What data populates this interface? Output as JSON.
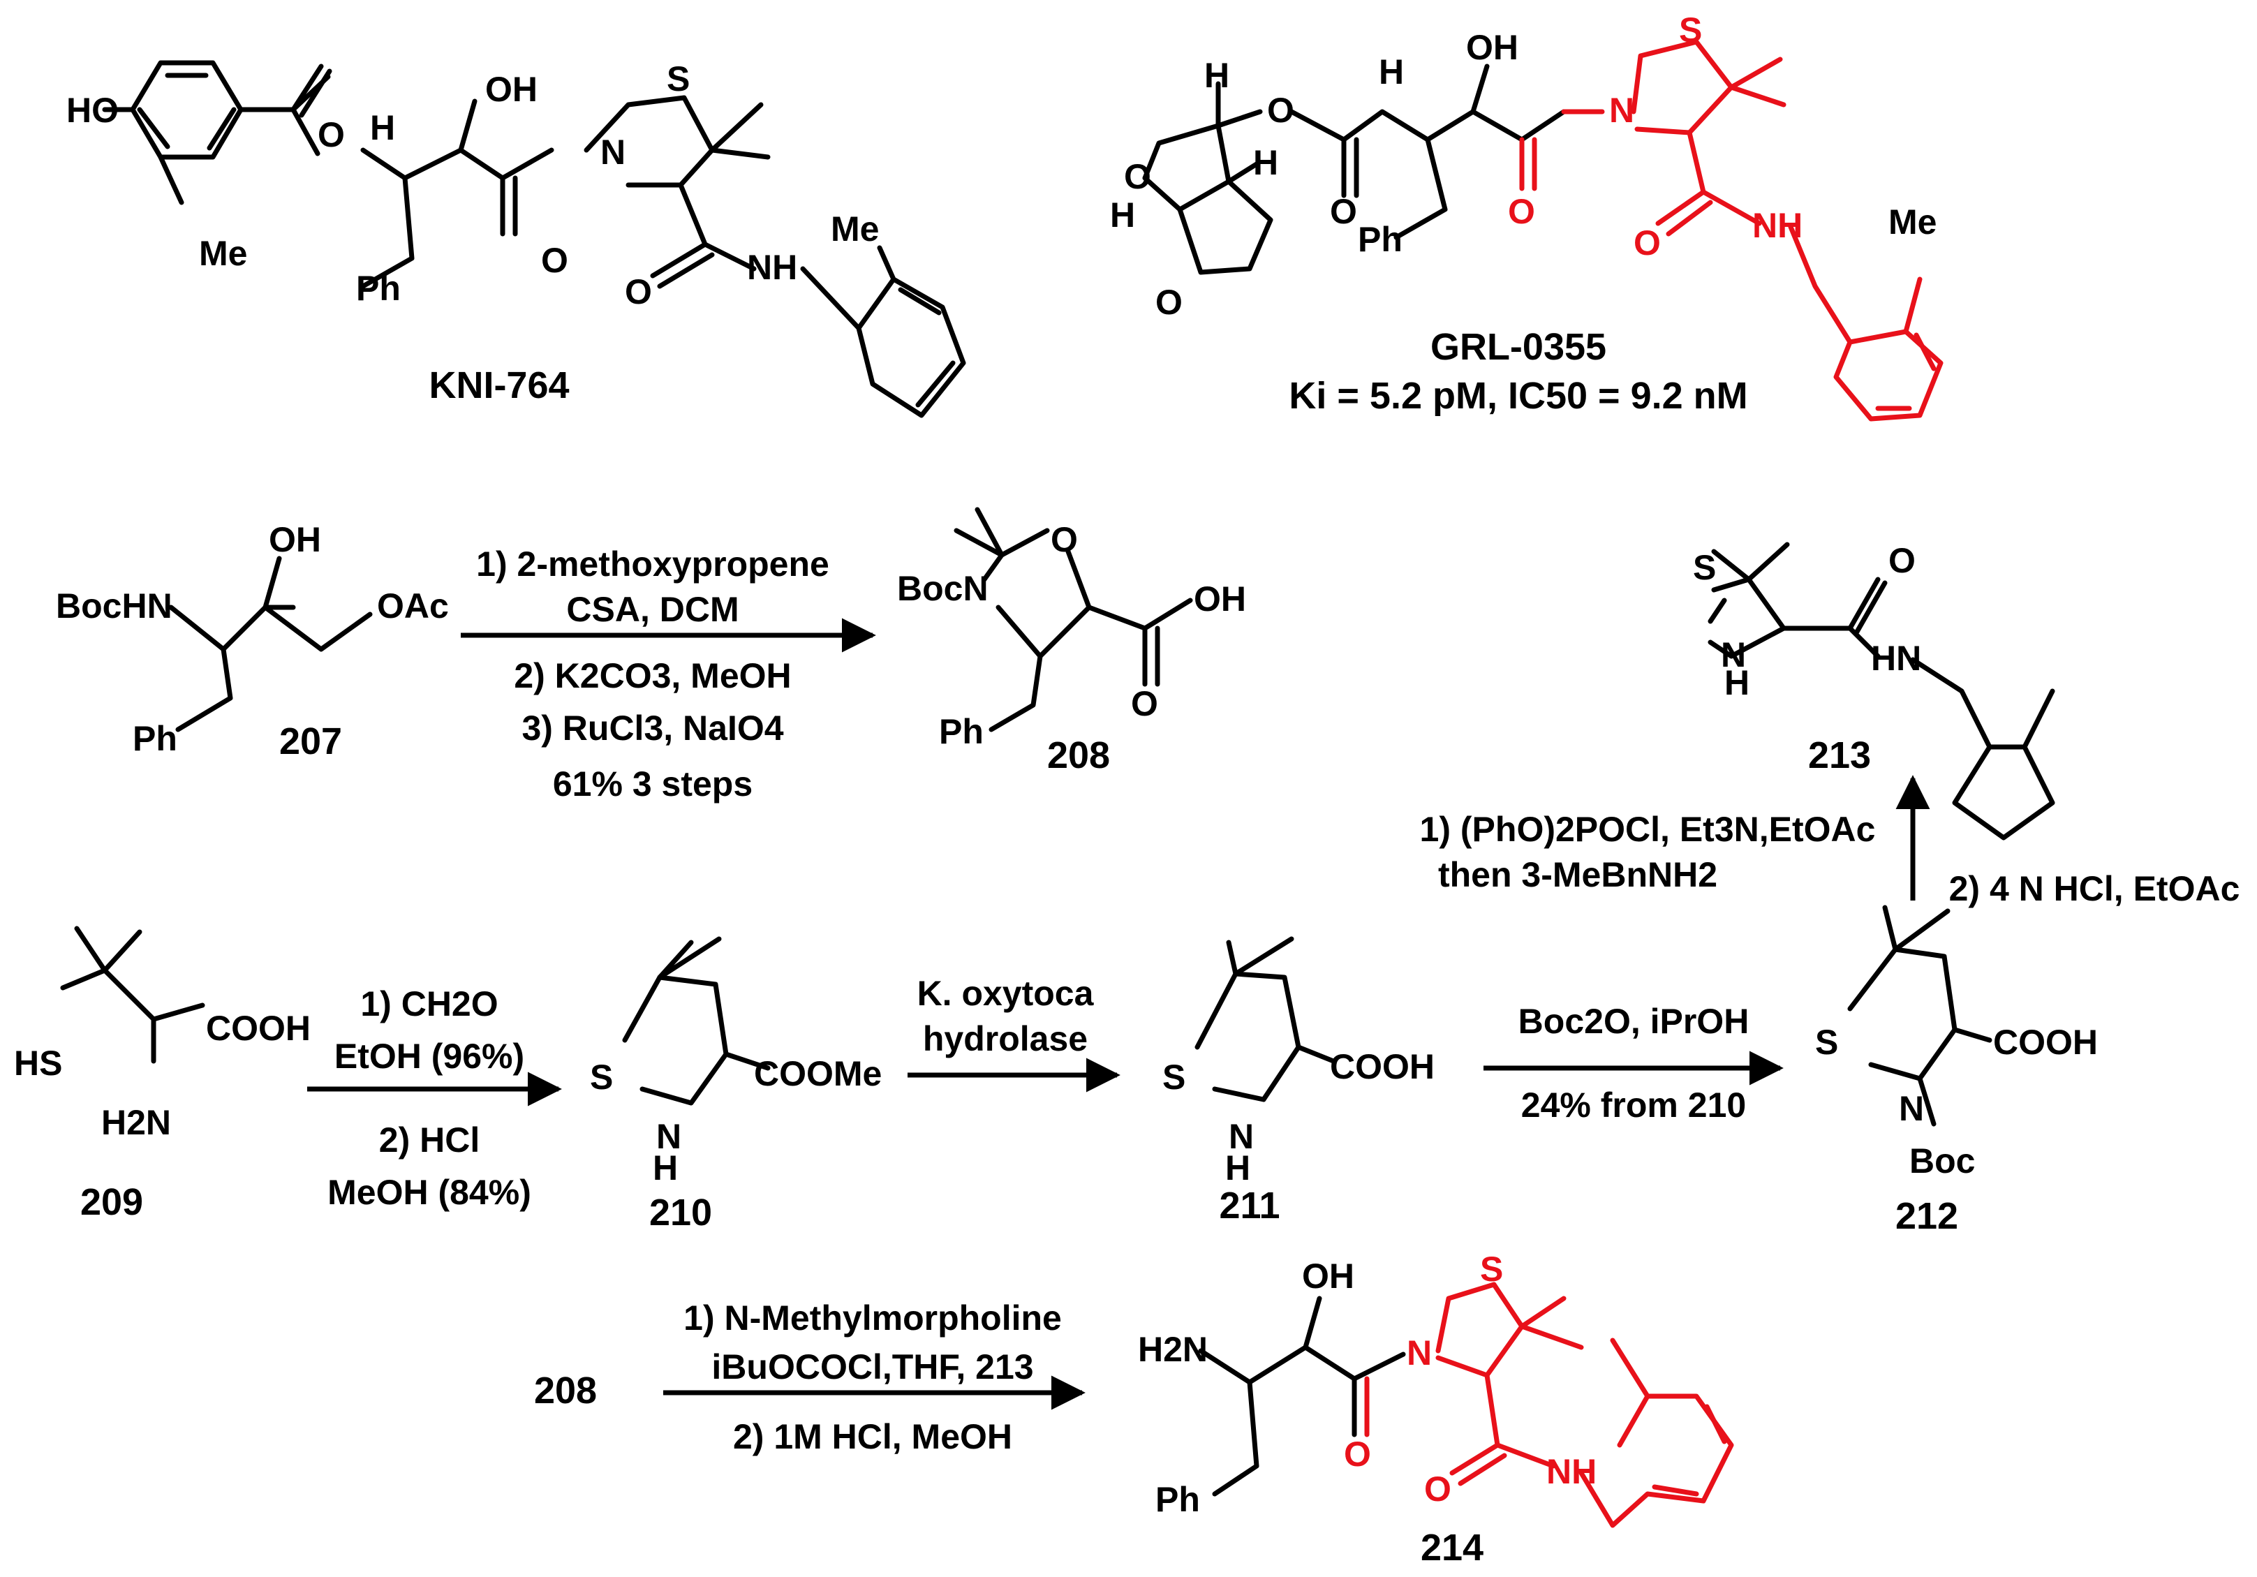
{
  "compounds": {
    "kni764": "KNI-764",
    "grl0355": "GRL-0355",
    "grl0355_activity": "Ki = 5.2 pM, IC50 = 9.2 nM",
    "c207": "207",
    "c208": "208",
    "c209": "209",
    "c210": "210",
    "c211": "211",
    "c212": "212",
    "c213": "213",
    "c214": "214",
    "c208_start": "208"
  },
  "reactions": {
    "r1": {
      "line1": "1) 2-methoxypropene",
      "line2": "CSA, DCM",
      "line3": "2) K2CO3, MeOH",
      "line4": "3) RuCl3, NaIO4",
      "yield": "61% 3 steps"
    },
    "r2": {
      "line1": "1) CH2O",
      "line2": "EtOH (96%)",
      "line3": "2) HCl",
      "line4": "MeOH (84%)"
    },
    "r3": {
      "line1": "K. oxytoca",
      "line2": "hydrolase"
    },
    "r4": {
      "line1": "Boc2O, iPrOH",
      "line2": "24% from 210"
    },
    "r5": {
      "line1": "1) (PhO)2POCl, Et3N,EtOAc",
      "line2": "then 3-MeBnNH2",
      "line3": "2) 4 N HCl, EtOAc"
    },
    "r6": {
      "line1": "1) N-Methylmorpholine",
      "line2": "iBuOCOCl,THF, 213",
      "line3": "2) 1M HCl, MeOH"
    }
  },
  "atom_labels": {
    "HO": "HO",
    "OH": "OH",
    "Me": "Me",
    "H": "H",
    "NH": "NH",
    "HN": "HN",
    "N": "N",
    "S": "S",
    "O": "O",
    "Ph": "Ph",
    "BocHN": "BocHN",
    "BocN": "BocN",
    "Boc": "Boc",
    "OAc": "OAc",
    "COOH": "COOH",
    "COOMe": "COOMe",
    "HS": "HS",
    "H2N": "H2N"
  },
  "colors": {
    "highlight": "#e8111a",
    "ink": "#000000"
  }
}
